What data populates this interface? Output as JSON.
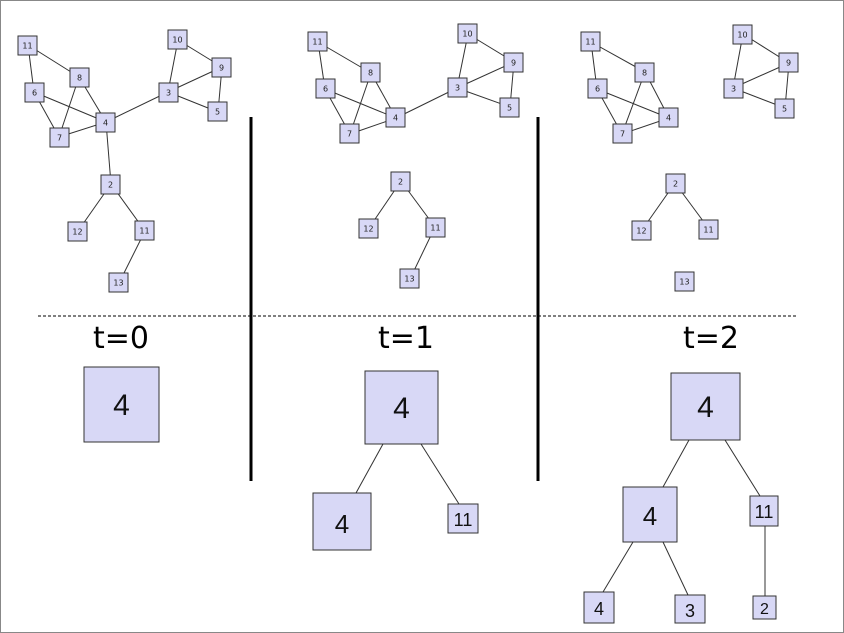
{
  "time_labels": [
    "t=0",
    "t=1",
    "t=2"
  ],
  "graph": {
    "panel_0": {
      "nodes": [
        "11",
        "8",
        "6",
        "7",
        "4",
        "10",
        "9",
        "3",
        "5",
        "2",
        "12",
        "11",
        "13"
      ]
    },
    "panel_1": {
      "nodes": [
        "11",
        "8",
        "6",
        "7",
        "4",
        "10",
        "9",
        "3",
        "5",
        "2",
        "12",
        "11",
        "13"
      ]
    },
    "panel_2": {
      "nodes": [
        "11",
        "8",
        "6",
        "7",
        "4",
        "10",
        "9",
        "3",
        "5",
        "2",
        "12",
        "11",
        "13"
      ]
    }
  },
  "tree": {
    "t0": {
      "root": "4"
    },
    "t1": {
      "root": "4",
      "left": "4",
      "right": "11"
    },
    "t2": {
      "root": "4",
      "mid": "4",
      "right": "11",
      "ll": "4",
      "lr": "3",
      "rl": "2"
    }
  }
}
